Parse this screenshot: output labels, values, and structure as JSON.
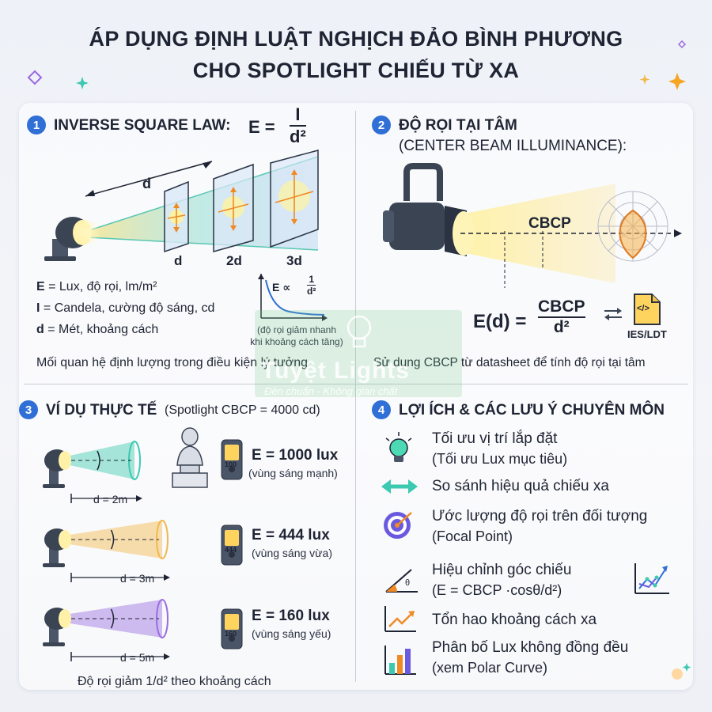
{
  "title": {
    "line1": "ÁP DỤNG ĐỊNH LUẬT NGHỊCH ĐẢO BÌNH PHƯƠNG",
    "line2": "CHO SPOTLIGHT CHIẾU TỪ XA"
  },
  "section1": {
    "number": "1",
    "title": "INVERSE SQUARE LAW:",
    "formula_lhs": "E =",
    "formula_num": "I",
    "formula_den": "d²",
    "d_label": "d",
    "plane_labels": [
      "d",
      "2d",
      "3d"
    ],
    "defs": [
      {
        "sym": "E",
        "text": " = Lux, độ rọi, lm/m²"
      },
      {
        "sym": "I",
        "text": " = Candela, cường độ sáng, cd"
      },
      {
        "sym": "d",
        "text": " = Mét, khoảng cách"
      }
    ],
    "graph_label": "E ∝",
    "graph_num": "1",
    "graph_den": "d²",
    "graph_note_1": "(độ rọi giảm nhanh",
    "graph_note_2": "khi khoảng cách tăng)",
    "caption": "Mối quan hệ định lượng trong điều kiện lý tưởng"
  },
  "section2": {
    "number": "2",
    "title": "ĐỘ RỌI TẠI TÂM",
    "subtitle": "(CENTER BEAM ILLUMINANCE):",
    "beam_label": "CBCP",
    "formula_lhs": "E(d) =",
    "formula_num": "CBCP",
    "formula_den": "d²",
    "file_label": "IES/LDT",
    "file_icon_glyph": "</>",
    "caption": "Sử dụng CBCP từ datasheet để tính độ rọi tại tâm"
  },
  "section3": {
    "number": "3",
    "title": "VÍ DỤ THỰC TẾ",
    "title_sub": "(Spotlight CBCP = 4000 cd)",
    "examples": [
      {
        "distance": "d = 2m",
        "meter": "100",
        "lux": "E = 1000 lux",
        "note": "(vùng sáng mạnh)",
        "color": "#3cc9b0"
      },
      {
        "distance": "d = 3m",
        "meter": "444",
        "lux": "E = 444 lux",
        "note": "(vùng sáng vừa)",
        "color": "#f2b84a"
      },
      {
        "distance": "d = 5m",
        "meter": "160",
        "lux": "E = 160 lux",
        "note": "(vùng sáng yếu)",
        "color": "#9a6ce0"
      }
    ],
    "caption": "Độ rọi giảm 1/d² theo khoảng cách"
  },
  "section4": {
    "number": "4",
    "title": "LỢI ÍCH & CÁC LƯU Ý CHUYÊN MÔN",
    "items": [
      {
        "icon": "lightbulb-icon",
        "line1": "Tối ưu vị trí lắp đặt",
        "line2": "(Tối ưu Lux mục tiêu)"
      },
      {
        "icon": "double-arrow-icon",
        "line1": "So sánh hiệu quả chiếu xa",
        "line2": ""
      },
      {
        "icon": "target-icon",
        "line1": "Ước lượng độ rọi trên đối tượng",
        "line2": "(Focal Point)"
      },
      {
        "icon": "angle-icon",
        "line1": "Hiệu chỉnh góc chiếu",
        "line2": "(E = CBCP ·cosθ/d²)"
      },
      {
        "icon": "trend-icon",
        "line1": "Tổn hao khoảng cách xa",
        "line2": ""
      },
      {
        "icon": "bar-chart-icon",
        "line1": "Phân bố Lux không đồng đều",
        "line2": "(xem Polar Curve)"
      }
    ],
    "angle_symbol": "θ"
  },
  "watermark": {
    "text": "Tuyệt Lights",
    "sub": "Đèn chuẩn - Không gian chất"
  },
  "colors": {
    "accent_blue": "#2f6fd6",
    "orange": "#f08a24",
    "teal": "#3cc9b0"
  }
}
